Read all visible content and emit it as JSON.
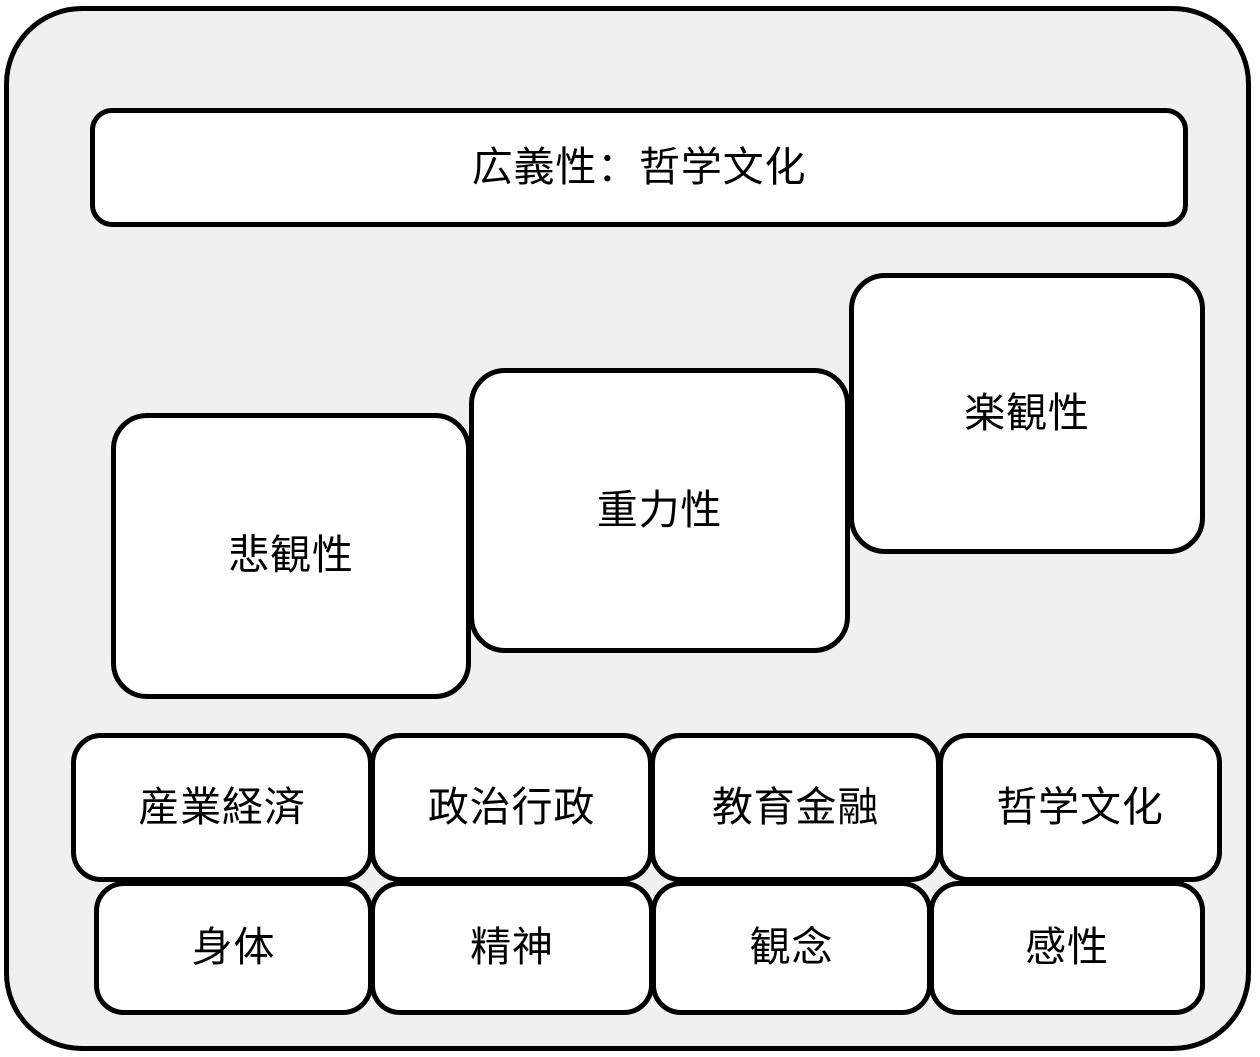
{
  "diagram": {
    "title_box": {
      "label": "広義性：哲学文化"
    },
    "tiers": [
      {
        "name": "pessimism",
        "label": "悲観性"
      },
      {
        "name": "gravity",
        "label": "重力性"
      },
      {
        "name": "optimism",
        "label": "楽観性"
      }
    ],
    "domain_row": [
      {
        "name": "industry-economy",
        "label": "産業経済"
      },
      {
        "name": "politics-administration",
        "label": "政治行政"
      },
      {
        "name": "education-finance",
        "label": "教育金融"
      },
      {
        "name": "philosophy-culture",
        "label": "哲学文化"
      }
    ],
    "faculty_row": [
      {
        "name": "body",
        "label": "身体"
      },
      {
        "name": "spirit",
        "label": "精神"
      },
      {
        "name": "idea",
        "label": "観念"
      },
      {
        "name": "sensibility",
        "label": "感性"
      }
    ],
    "colors": {
      "outer_fill": "#f0f0f0",
      "node_fill": "#ffffff",
      "stroke": "#000000",
      "text": "#000000"
    }
  }
}
